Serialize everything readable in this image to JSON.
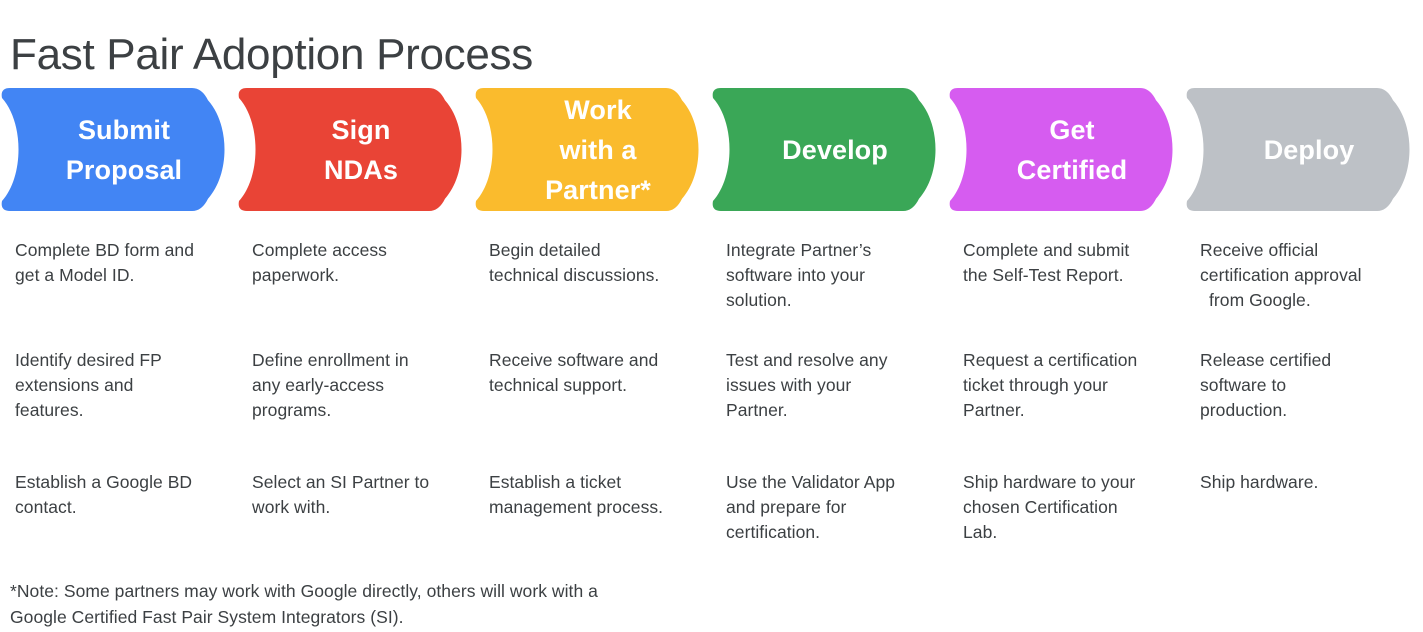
{
  "page_title": "Fast Pair Adoption Process",
  "colors": {
    "blue": "#4285f4",
    "red": "#e94436",
    "yellow": "#fabb2d",
    "green": "#3aa757",
    "magenta": "#d65cf0",
    "grey": "#bdc1c6",
    "text": "#3c4043",
    "label": "#ffffff",
    "background": "#ffffff"
  },
  "stages": [
    {
      "label_lines": [
        "Submit",
        "Proposal"
      ],
      "label_text": "Submit Proposal",
      "color": "#4285f4",
      "bullets": [
        {
          "lines": [
            {
              "text": "Complete BD form and",
              "indent": false
            },
            {
              "text": "get a Model ID.",
              "indent": false
            }
          ]
        },
        {
          "lines": [
            {
              "text": "Identify desired FP",
              "indent": false
            },
            {
              "text": "extensions and",
              "indent": false
            },
            {
              "text": "features.",
              "indent": false
            }
          ]
        },
        {
          "lines": [
            {
              "text": "Establish a Google BD",
              "indent": false
            },
            {
              "text": "contact.",
              "indent": false
            }
          ]
        }
      ]
    },
    {
      "label_lines": [
        "Sign",
        "NDAs"
      ],
      "label_text": "Sign NDAs",
      "color": "#e94436",
      "bullets": [
        {
          "lines": [
            {
              "text": "Complete access",
              "indent": false
            },
            {
              "text": "paperwork.",
              "indent": false
            }
          ]
        },
        {
          "lines": [
            {
              "text": "Define enrollment in",
              "indent": false
            },
            {
              "text": "any early-access",
              "indent": false
            },
            {
              "text": "programs.",
              "indent": false
            }
          ]
        },
        {
          "lines": [
            {
              "text": "Select an SI Partner to",
              "indent": false
            },
            {
              "text": "work with.",
              "indent": false
            }
          ]
        }
      ]
    },
    {
      "label_lines": [
        "Work",
        "with a",
        "Partner*"
      ],
      "label_text": "Work with a Partner*",
      "color": "#fabb2d",
      "bullets": [
        {
          "lines": [
            {
              "text": "Begin detailed",
              "indent": false
            },
            {
              "text": "technical discussions.",
              "indent": false
            }
          ]
        },
        {
          "lines": [
            {
              "text": "Receive software and",
              "indent": false
            },
            {
              "text": "technical support.",
              "indent": false
            }
          ]
        },
        {
          "lines": [
            {
              "text": "Establish a ticket",
              "indent": false
            },
            {
              "text": "management process.",
              "indent": false
            }
          ]
        }
      ]
    },
    {
      "label_lines": [
        "Develop"
      ],
      "label_text": "Develop",
      "color": "#3aa757",
      "bullets": [
        {
          "lines": [
            {
              "text": "Integrate Partner’s",
              "indent": false
            },
            {
              "text": "software into your",
              "indent": false
            },
            {
              "text": "solution.",
              "indent": false
            }
          ]
        },
        {
          "lines": [
            {
              "text": "Test and resolve any",
              "indent": false
            },
            {
              "text": "issues with your",
              "indent": false
            },
            {
              "text": "Partner.",
              "indent": false
            }
          ]
        },
        {
          "lines": [
            {
              "text": "Use the Validator App",
              "indent": false
            },
            {
              "text": "and prepare for",
              "indent": false
            },
            {
              "text": "certification.",
              "indent": false
            }
          ]
        }
      ]
    },
    {
      "label_lines": [
        "Get",
        "Certified"
      ],
      "label_text": "Get Certified",
      "color": "#d65cf0",
      "bullets": [
        {
          "lines": [
            {
              "text": "Complete and submit",
              "indent": false
            },
            {
              "text": "the Self-Test Report.",
              "indent": false
            }
          ]
        },
        {
          "lines": [
            {
              "text": "Request a certification",
              "indent": false
            },
            {
              "text": "ticket through your",
              "indent": false
            },
            {
              "text": "Partner.",
              "indent": false
            }
          ]
        },
        {
          "lines": [
            {
              "text": "Ship hardware to your",
              "indent": false
            },
            {
              "text": "chosen Certification",
              "indent": false
            },
            {
              "text": "Lab.",
              "indent": false
            }
          ]
        }
      ]
    },
    {
      "label_lines": [
        "Deploy"
      ],
      "label_text": "Deploy",
      "color": "#bdc1c6",
      "bullets": [
        {
          "lines": [
            {
              "text": "Receive official",
              "indent": false
            },
            {
              "text": "certification approval",
              "indent": false
            },
            {
              "text": "from Google.",
              "indent": true
            }
          ]
        },
        {
          "lines": [
            {
              "text": "Release certified",
              "indent": false
            },
            {
              "text": "software to",
              "indent": false
            },
            {
              "text": "production.",
              "indent": false
            }
          ]
        },
        {
          "lines": [
            {
              "text": "Ship hardware.",
              "indent": false
            }
          ]
        }
      ]
    }
  ],
  "footnote": {
    "lines": [
      "*Note: Some partners may work with Google directly, others will work with a",
      "Google Certified Fast Pair System Integrators (SI)."
    ]
  }
}
